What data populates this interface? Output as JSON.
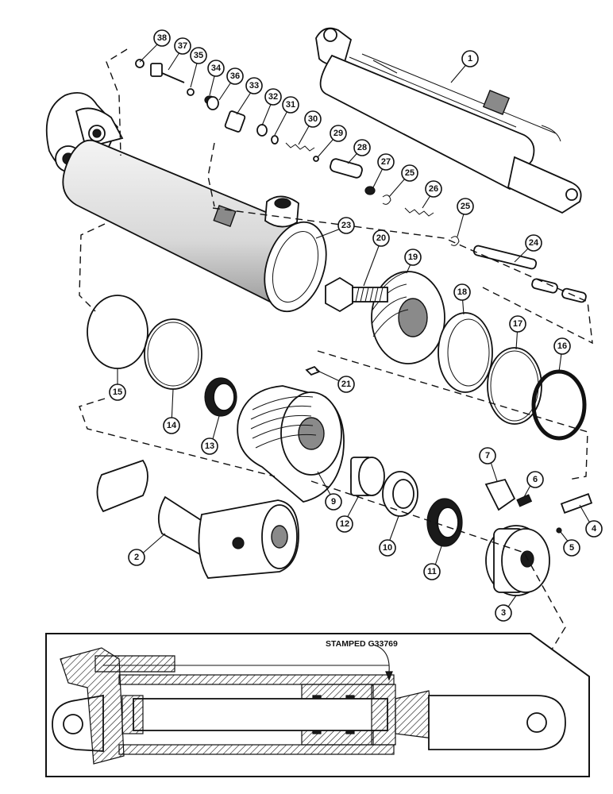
{
  "diagram": {
    "callouts": [
      "1",
      "2",
      "3",
      "4",
      "5",
      "6",
      "7",
      "9",
      "10",
      "11",
      "12",
      "13",
      "14",
      "15",
      "16",
      "17",
      "18",
      "19",
      "20",
      "21",
      "23",
      "24",
      "25",
      "25",
      "26",
      "27",
      "28",
      "29",
      "30",
      "31",
      "32",
      "33",
      "34",
      "35",
      "36",
      "37",
      "38"
    ],
    "inset_label": "STAMPED G33769"
  }
}
